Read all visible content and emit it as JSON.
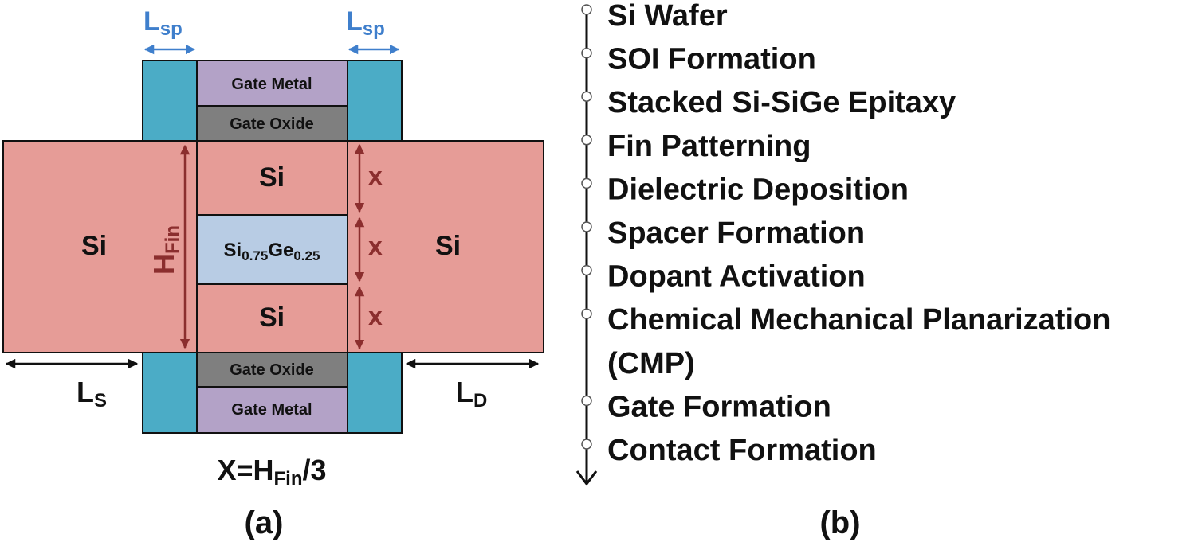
{
  "diagram_a": {
    "label_lsp_left": "L",
    "label_lsp_left_sub": "sp",
    "label_lsp_right": "L",
    "label_lsp_right_sub": "sp",
    "gate_metal_top": "Gate Metal",
    "gate_oxide_top": "Gate Oxide",
    "gate_oxide_bottom": "Gate Oxide",
    "gate_metal_bottom": "Gate Metal",
    "source_si": "Si",
    "drain_si": "Si",
    "channel_si_top": "Si",
    "channel_si_bottom": "Si",
    "channel_sige_base": "Si",
    "channel_sige_sub1": "0.75",
    "channel_sige_ge": "Ge",
    "channel_sige_sub2": "0.25",
    "hfin_main": "H",
    "hfin_sub": "Fin",
    "x_label_1": "x",
    "x_label_2": "x",
    "x_label_3": "x",
    "ls_main": "L",
    "ls_sub": "S",
    "ld_main": "L",
    "ld_sub": "D",
    "formula_prefix": "X=H",
    "formula_sub": "Fin",
    "formula_suffix": "/3",
    "panel_label": "(a)",
    "colors": {
      "si": "#e69c97",
      "sige": "#b8cce4",
      "spacer": "#4bacc6",
      "gate_metal": "#b3a2c7",
      "gate_oxide": "#7f7f7f",
      "dim_red": "#8b2e2e",
      "dim_blue": "#3f7fcc"
    }
  },
  "diagram_b": {
    "steps": [
      "Si Wafer",
      "SOI Formation",
      "Stacked Si-SiGe Epitaxy",
      "Fin Patterning",
      "Dielectric Deposition",
      "Spacer Formation",
      "Dopant Activation",
      "Chemical Mechanical Planarization",
      "(CMP)",
      "Gate Formation",
      "Contact Formation"
    ],
    "panel_label": "(b)"
  }
}
